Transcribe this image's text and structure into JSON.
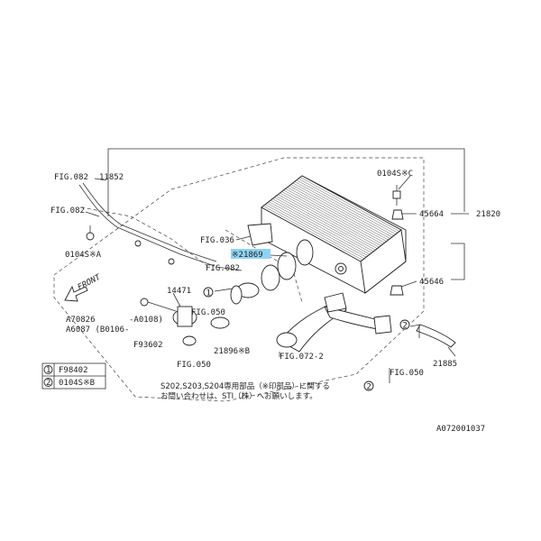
{
  "labels": {
    "fig082_top": "FIG.082",
    "p11852": "11852",
    "fig082_left": "FIG.082",
    "p0104sa": "0104S※A",
    "fig036": "FIG.036",
    "p21869": "※21869",
    "fig082_mid": "FIG.082",
    "p14471": "14471",
    "circle1": "1",
    "fig050_a": "FIG.050",
    "a70826": "A70826",
    "a0108": "-A0108)",
    "a6087": "A6087 (B0106-",
    "f93602": "F93602",
    "fig050_b": "FIG.050",
    "p21896": "21896※B",
    "p0104sc": "0104S※C",
    "p45664": "45664",
    "p21820": "21820",
    "p45646": "45646",
    "circle2": "2",
    "fig072": "FIG.072-2",
    "fig050_c": "FIG.050",
    "p21885": "21885",
    "front": "FRONT",
    "diagram_code": "A072001037"
  },
  "legend": [
    {
      "num": "1",
      "code": "F98402"
    },
    {
      "num": "2",
      "code": "0104S※B"
    }
  ],
  "note": {
    "line1": "S202,S203,S204専用部品（※印部品）に関する",
    "line2": "お問い合わせは、STI（株）へお願いします。"
  },
  "colors": {
    "highlight": "#8fd3f4"
  }
}
